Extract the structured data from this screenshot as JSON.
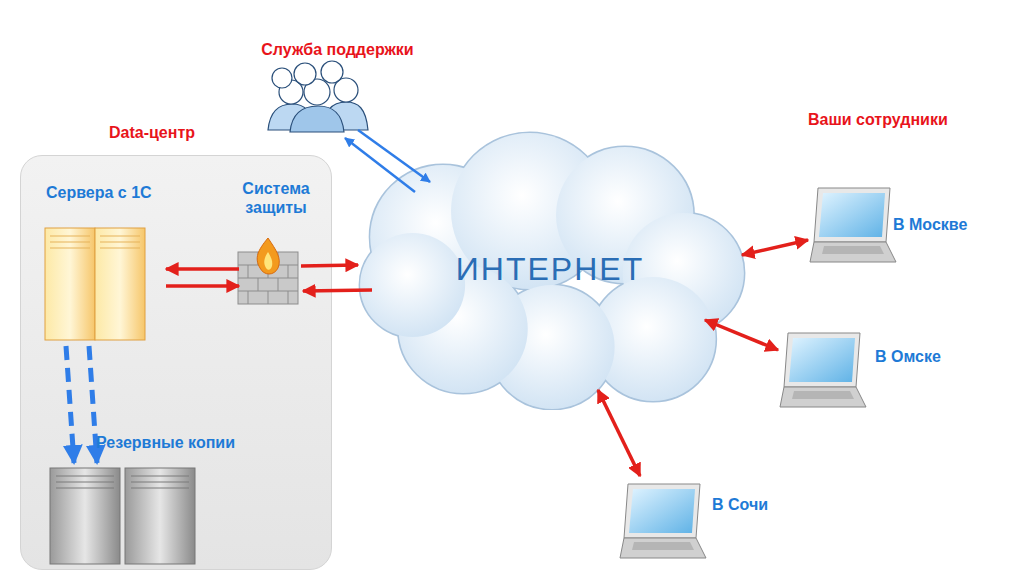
{
  "diagram": {
    "nodes": [
      {
        "text": [
          "Служба поддержки"
        ]
      },
      {
        "text": [
          "Data-центр"
        ]
      },
      {
        "text": [
          "Сервера с 1С"
        ],
        "in": 1
      },
      {
        "text": [
          "Система защиты"
        ],
        "in": 1
      },
      {
        "text": [
          "Резервные копии"
        ],
        "in": 1
      },
      {
        "text": [
          "ИНТЕРНЕТ"
        ]
      },
      {
        "text": [
          "В Москве"
        ]
      },
      {
        "text": [
          "В Омске"
        ]
      },
      {
        "text": [
          "В Сочи"
        ]
      }
    ],
    "edges": [
      {
        "from": 2,
        "to": 3,
        "arrow": "to"
      },
      {
        "from": 3,
        "to": 2,
        "arrow": "to"
      },
      {
        "from": 3,
        "to": 5,
        "arrow": "to"
      },
      {
        "from": 5,
        "to": 3,
        "arrow": "to"
      },
      {
        "from": 0,
        "to": 5,
        "arrow": "to"
      },
      {
        "from": 5,
        "to": 0,
        "arrow": "to"
      },
      {
        "from": 5,
        "to": 6,
        "arrow": "both"
      },
      {
        "from": 5,
        "to": 7,
        "arrow": "both"
      },
      {
        "from": 5,
        "to": 8,
        "arrow": "both"
      },
      {
        "from": 2,
        "to": 4,
        "arrow": "to"
      }
    ],
    "labels": [
      "Ваши сотрудники"
    ]
  }
}
